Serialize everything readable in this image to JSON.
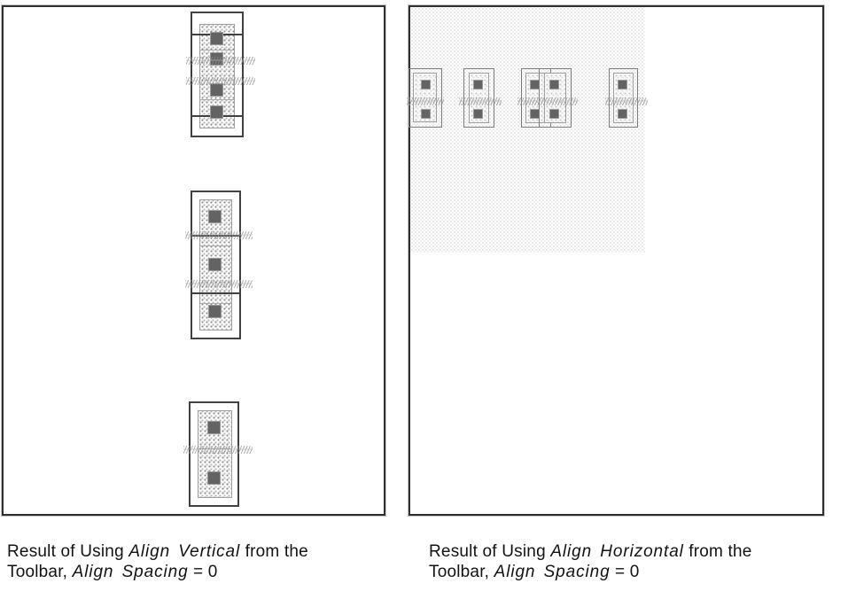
{
  "captions": {
    "left": {
      "line1_prefix": "Result of Using ",
      "line1_italic": "Align Vertical",
      "line1_suffix": " from the",
      "line2_prefix": "Toolbar, ",
      "line2_italic": "Align Spacing",
      "line2_suffix": " = 0"
    },
    "right": {
      "line1_prefix": "Result of Using ",
      "line1_italic": "Align Horizontal",
      "line1_suffix": " from the",
      "line2_prefix": "Toolbar, ",
      "line2_italic": "Align Spacing",
      "line2_suffix": " = 0"
    }
  },
  "colors": {
    "background": "#ffffff",
    "panel_border": "#2f2f2f",
    "panel_halo": "#c6c6c6",
    "footprint_outline_dark": "#414141",
    "footprint_outline_light": "#7e7e7e",
    "inner_outline": "#a0a0a0",
    "pad_fill": "#636363",
    "ghost_text": "#8f8f8f",
    "stipple_dense": "#8c8c8c",
    "stipple_light": "#e2e2e2",
    "caption_text": "#121212"
  }
}
